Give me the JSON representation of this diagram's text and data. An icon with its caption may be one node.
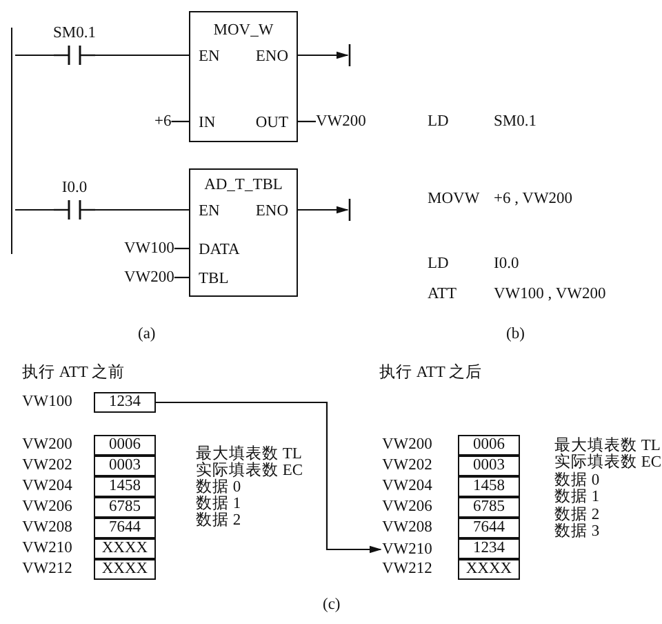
{
  "diagram": {
    "nodes": [
      {
        "text": [],
        "shape": "bar"
      },
      {
        "text": [
          "SM0.1"
        ]
      },
      {
        "text": [
          "MOV_W",
          "EN",
          "ENO",
          "IN",
          "OUT"
        ]
      },
      {
        "text": [
          "+6"
        ]
      },
      {
        "text": [
          "VW200"
        ]
      },
      {
        "text": [
          "I0.0"
        ]
      },
      {
        "text": [
          "AD_T_TBL",
          "EN",
          "ENO",
          "DATA",
          "TBL"
        ]
      },
      {
        "text": [
          "VW100"
        ]
      },
      {
        "text": [
          "VW200"
        ]
      },
      {
        "text": [
          "1234"
        ]
      },
      {
        "text": [
          "0006"
        ]
      },
      {
        "text": [
          "0003"
        ]
      },
      {
        "text": [
          "1458"
        ]
      },
      {
        "text": [
          "6785"
        ]
      },
      {
        "text": [
          "7644"
        ]
      },
      {
        "text": [
          "XXXX"
        ]
      },
      {
        "text": [
          "XXXX"
        ]
      },
      {
        "text": [
          "VW210"
        ]
      },
      {
        "text": [
          "0006"
        ]
      },
      {
        "text": [
          "0003"
        ]
      },
      {
        "text": [
          "1458"
        ]
      },
      {
        "text": [
          "6785"
        ]
      },
      {
        "text": [
          "7644"
        ]
      },
      {
        "text": [
          "1234"
        ]
      },
      {
        "text": [
          "XXXX"
        ]
      }
    ],
    "edges": [
      {
        "from": 0,
        "to": 1,
        "arrow": "none"
      },
      {
        "from": 1,
        "to": 2,
        "arrow": "none"
      },
      {
        "from": 2,
        "to": null,
        "arrow": "to"
      },
      {
        "from": 3,
        "to": 2,
        "arrow": "none"
      },
      {
        "from": 2,
        "to": 4,
        "arrow": "none"
      },
      {
        "from": 0,
        "to": 5,
        "arrow": "none"
      },
      {
        "from": 5,
        "to": 6,
        "arrow": "none"
      },
      {
        "from": 6,
        "to": null,
        "arrow": "to"
      },
      {
        "from": 7,
        "to": 6,
        "arrow": "none"
      },
      {
        "from": 8,
        "to": 6,
        "arrow": "none"
      },
      {
        "from": 9,
        "to": 17,
        "arrow": "to"
      }
    ],
    "labels": [
      "LD",
      "SM0.1",
      "MOVW",
      "+6 , VW200",
      "LD",
      "I0.0",
      "ATT",
      "VW100 , VW200",
      "(a)",
      "(b)",
      "执行 ATT 之前",
      "VW100",
      "VW200",
      "VW202",
      "VW204",
      "VW206",
      "VW208",
      "VW210",
      "VW212",
      "最大填表数 TL",
      "实际填表数 EC",
      "数据 0",
      "数据 1",
      "数据 2",
      "执行 ATT 之后",
      "VW200",
      "VW202",
      "VW204",
      "VW206",
      "VW208",
      "VW212",
      "最大填表数 TL",
      "实际填表数 EC",
      "数据 0",
      "数据 1",
      "数据 2",
      "数据 3",
      "(c)"
    ]
  }
}
